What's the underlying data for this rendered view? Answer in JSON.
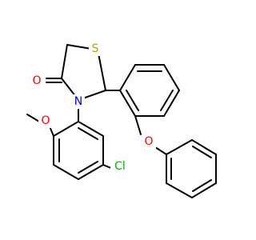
{
  "molecule": {
    "atoms": {
      "S": "S",
      "O_carbonyl": "O",
      "N": "N",
      "O_methoxy": "O",
      "O_ether": "O",
      "Cl": "Cl"
    },
    "colors": {
      "bond": "#000000",
      "S": "#b3a100",
      "O": "#ff0000",
      "N": "#0000ff",
      "Cl": "#00b200"
    }
  }
}
